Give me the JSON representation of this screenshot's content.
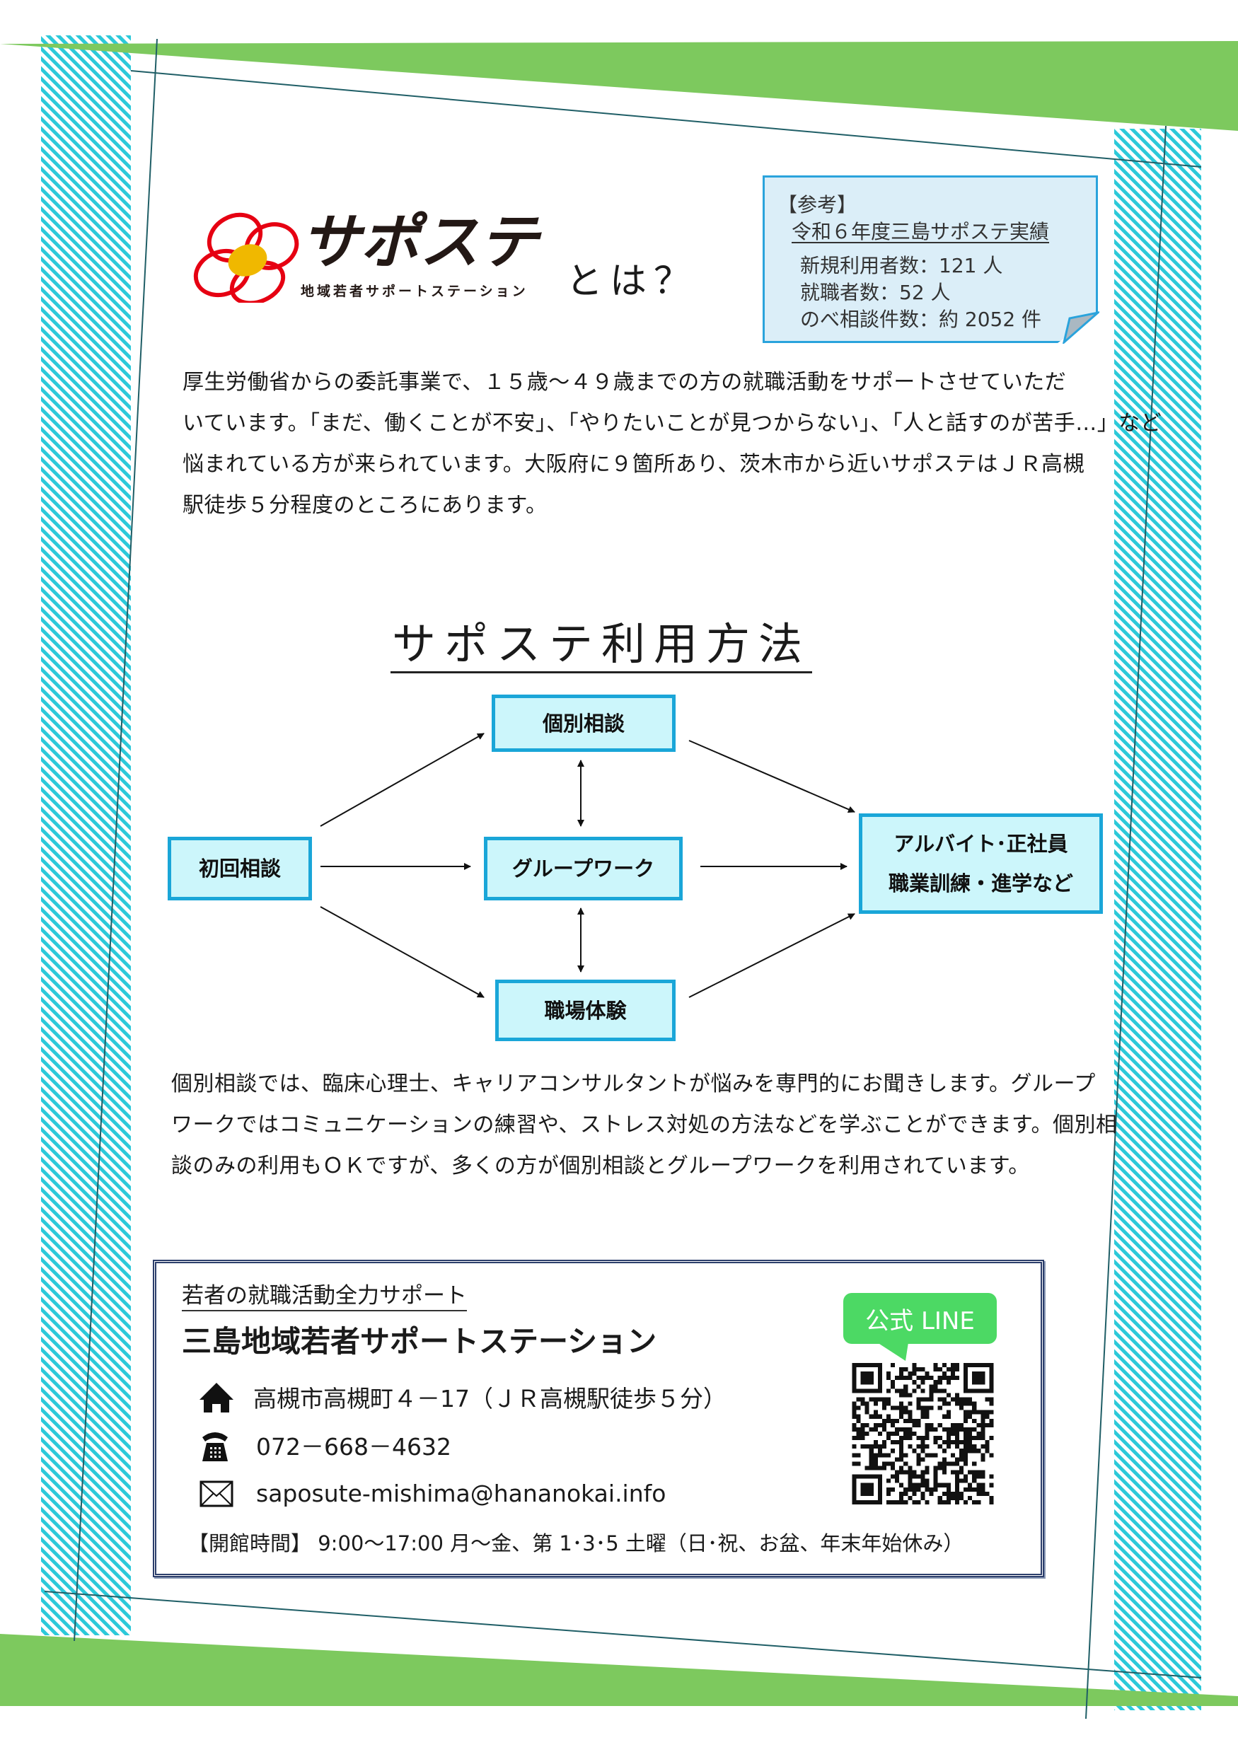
{
  "header": {
    "logo_text": "サポステ",
    "logo_subtitle": "地域若者サポートステーション",
    "title_suffix": "とは？"
  },
  "reference": {
    "label": "【参考】",
    "heading": "令和６年度三島サポステ実績",
    "stats": [
      "新規利用者数：121 人",
      "就職者数：52 人",
      "のべ相談件数：約 2052 件"
    ]
  },
  "intro": {
    "lines": [
      "厚生労働省からの委託事業で、１５歳～４９歳までの方の就職活動をサポートさせていただ",
      "いています。「まだ、働くことが不安」、「やりたいことが見つからない」、「人と話すのが苦手…」など",
      "悩まれている方が来られています。大阪府に９箇所あり、茨木市から近いサポステはＪＲ高槻",
      "駅徒歩５分程度のところにあります。"
    ]
  },
  "flow": {
    "title": "サポステ利用方法",
    "nodes": {
      "first": "初回相談",
      "individual": "個別相談",
      "group": "グループワーク",
      "workplace": "職場体験",
      "outcome_line1": "アルバイト･正社員",
      "outcome_line2": "職業訓練・進学など"
    }
  },
  "description": {
    "lines": [
      "個別相談では、臨床心理士、キャリアコンサルタントが悩みを専門的にお聞きします。グループ",
      "ワークではコミュニケーションの練習や、ストレス対処の方法などを学ぶことができます。個別相",
      "談のみの利用もＯＫですが、多くの方が個別相談とグループワークを利用されています。"
    ]
  },
  "contact": {
    "tagline": "若者の就職活動全力サポート",
    "name": "三島地域若者サポートステーション",
    "address": "高槻市高槻町４－17（ＪＲ高槻駅徒歩５分）",
    "phone": "072－668－4632",
    "email": "saposute-mishima@hananokai.info",
    "hours": "【開館時間】 9:00～17:00  月～金、第 1･3･5 土曜（日･祝、お盆、年末年始休み）",
    "line_label": "公式 LINE"
  },
  "colors": {
    "green_band": "#7dc95e",
    "hatch": "#2cc9d9",
    "box_fill": "#ccf6fb",
    "box_border": "#1aa6d8",
    "line_green": "#4cd964"
  }
}
